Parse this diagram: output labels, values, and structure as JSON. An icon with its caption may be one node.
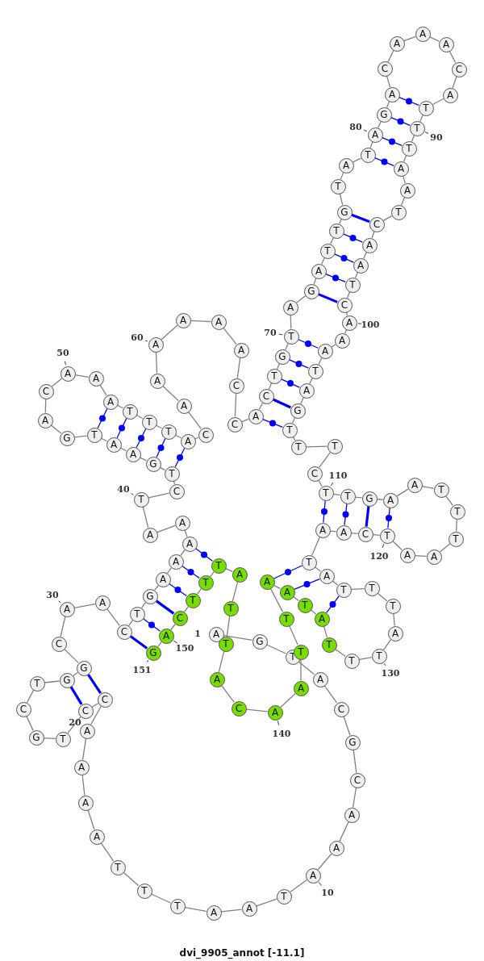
{
  "diagram": {
    "caption": "dvi_9905_annot [-11.1]",
    "nodes": [
      {
        "text": [
          "A"
        ],
        "beside": [
          "1"
        ]
      },
      {
        "text": [
          "G"
        ]
      },
      {
        "text": [
          "T"
        ]
      },
      {
        "text": [
          "A"
        ]
      },
      {
        "text": [
          "C"
        ]
      },
      {
        "text": [
          "G"
        ]
      },
      {
        "text": [
          "C"
        ]
      },
      {
        "text": [
          "A"
        ]
      },
      {
        "text": [
          "A"
        ]
      },
      {
        "text": [
          "A"
        ],
        "beside": [
          "10"
        ]
      },
      {
        "text": [
          "T"
        ]
      },
      {
        "text": [
          "A"
        ]
      },
      {
        "text": [
          "A"
        ]
      },
      {
        "text": [
          "T"
        ]
      },
      {
        "text": [
          "T"
        ]
      },
      {
        "text": [
          "T"
        ]
      },
      {
        "text": [
          "A"
        ]
      },
      {
        "text": [
          "A"
        ]
      },
      {
        "text": [
          "A"
        ]
      },
      {
        "text": [
          "A"
        ],
        "beside": [
          "20"
        ]
      },
      {
        "text": [
          "C"
        ]
      },
      {
        "text": [
          "C"
        ]
      },
      {
        "text": [
          "T"
        ]
      },
      {
        "text": [
          "G"
        ]
      },
      {
        "text": [
          "C"
        ]
      },
      {
        "text": [
          "T"
        ]
      },
      {
        "text": [
          "G"
        ]
      },
      {
        "text": [
          "G"
        ]
      },
      {
        "text": [
          "C"
        ]
      },
      {
        "text": [
          "A"
        ],
        "beside": [
          "30"
        ]
      },
      {
        "text": [
          "A"
        ]
      },
      {
        "text": [
          "C"
        ]
      },
      {
        "text": [
          "T"
        ]
      },
      {
        "text": [
          "G"
        ]
      },
      {
        "text": [
          "A"
        ]
      },
      {
        "text": [
          "A"
        ]
      },
      {
        "text": [
          "A"
        ]
      },
      {
        "text": [
          "A"
        ]
      },
      {
        "text": [
          "A"
        ]
      },
      {
        "text": [
          "T"
        ],
        "beside": [
          "40"
        ]
      },
      {
        "text": [
          "C"
        ]
      },
      {
        "text": [
          "T"
        ]
      },
      {
        "text": [
          "G"
        ]
      },
      {
        "text": [
          "A"
        ]
      },
      {
        "text": [
          "A"
        ]
      },
      {
        "text": [
          "T"
        ]
      },
      {
        "text": [
          "G"
        ]
      },
      {
        "text": [
          "A"
        ]
      },
      {
        "text": [
          "C"
        ]
      },
      {
        "text": [
          "A"
        ],
        "beside": [
          "50"
        ]
      },
      {
        "text": [
          "A"
        ]
      },
      {
        "text": [
          "A"
        ]
      },
      {
        "text": [
          "T"
        ]
      },
      {
        "text": [
          "T"
        ]
      },
      {
        "text": [
          "T"
        ]
      },
      {
        "text": [
          "A"
        ]
      },
      {
        "text": [
          "C"
        ]
      },
      {
        "text": [
          "A"
        ]
      },
      {
        "text": [
          "A"
        ]
      },
      {
        "text": [
          "A"
        ],
        "beside": [
          "60"
        ]
      },
      {
        "text": [
          "A"
        ]
      },
      {
        "text": [
          "A"
        ]
      },
      {
        "text": [
          "A"
        ]
      },
      {
        "text": [
          "C"
        ]
      },
      {
        "text": [
          "C"
        ]
      },
      {
        "text": [
          "A"
        ]
      },
      {
        "text": [
          "C"
        ]
      },
      {
        "text": [
          "T"
        ]
      },
      {
        "text": [
          "G"
        ]
      },
      {
        "text": [
          "T"
        ],
        "beside": [
          "70"
        ]
      },
      {
        "text": [
          "A"
        ]
      },
      {
        "text": [
          "G"
        ]
      },
      {
        "text": [
          "A"
        ]
      },
      {
        "text": [
          "T"
        ]
      },
      {
        "text": [
          "T"
        ]
      },
      {
        "text": [
          "G"
        ]
      },
      {
        "text": [
          "T"
        ]
      },
      {
        "text": [
          "A"
        ]
      },
      {
        "text": [
          "T"
        ]
      },
      {
        "text": [
          "A"
        ],
        "beside": [
          "80"
        ]
      },
      {
        "text": [
          "G"
        ]
      },
      {
        "text": [
          "A"
        ]
      },
      {
        "text": [
          "C"
        ]
      },
      {
        "text": [
          "A"
        ]
      },
      {
        "text": [
          "A"
        ]
      },
      {
        "text": [
          "A"
        ]
      },
      {
        "text": [
          "C"
        ]
      },
      {
        "text": [
          "A"
        ]
      },
      {
        "text": [
          "T"
        ]
      },
      {
        "text": [
          "T"
        ],
        "beside": [
          "90"
        ]
      },
      {
        "text": [
          "T"
        ]
      },
      {
        "text": [
          "A"
        ]
      },
      {
        "text": [
          "A"
        ]
      },
      {
        "text": [
          "T"
        ]
      },
      {
        "text": [
          "C"
        ]
      },
      {
        "text": [
          "A"
        ]
      },
      {
        "text": [
          "A"
        ]
      },
      {
        "text": [
          "T"
        ]
      },
      {
        "text": [
          "C"
        ]
      },
      {
        "text": [
          "A"
        ],
        "beside": [
          "100"
        ]
      },
      {
        "text": [
          "A"
        ]
      },
      {
        "text": [
          "A"
        ]
      },
      {
        "text": [
          "T"
        ]
      },
      {
        "text": [
          "A"
        ]
      },
      {
        "text": [
          "G"
        ]
      },
      {
        "text": [
          "T"
        ]
      },
      {
        "text": [
          "T"
        ]
      },
      {
        "text": [
          "T"
        ]
      },
      {
        "text": [
          "C"
        ]
      },
      {
        "text": [
          "T"
        ],
        "beside": [
          "110"
        ]
      },
      {
        "text": [
          "T"
        ]
      },
      {
        "text": [
          "G"
        ]
      },
      {
        "text": [
          "A"
        ]
      },
      {
        "text": [
          "A"
        ]
      },
      {
        "text": [
          "T"
        ]
      },
      {
        "text": [
          "T"
        ]
      },
      {
        "text": [
          "T"
        ]
      },
      {
        "text": [
          "A"
        ]
      },
      {
        "text": [
          "A"
        ]
      },
      {
        "text": [
          "T"
        ],
        "beside": [
          "120"
        ]
      },
      {
        "text": [
          "C"
        ]
      },
      {
        "text": [
          "A"
        ]
      },
      {
        "text": [
          "A"
        ]
      },
      {
        "text": [
          "T"
        ]
      },
      {
        "text": [
          "A"
        ]
      },
      {
        "text": [
          "T"
        ]
      },
      {
        "text": [
          "T"
        ]
      },
      {
        "text": [
          "T"
        ]
      },
      {
        "text": [
          "A"
        ]
      },
      {
        "text": [
          "T"
        ],
        "beside": [
          "130"
        ]
      },
      {
        "text": [
          "T"
        ]
      },
      {
        "text": [
          "T"
        ]
      },
      {
        "text": [
          "A"
        ]
      },
      {
        "text": [
          "T"
        ]
      },
      {
        "text": [
          "A"
        ]
      },
      {
        "text": [
          "A"
        ]
      },
      {
        "text": [
          "T"
        ]
      },
      {
        "text": [
          "T"
        ]
      },
      {
        "text": [
          "A"
        ]
      },
      {
        "text": [
          "A"
        ],
        "beside": [
          "140"
        ]
      },
      {
        "text": [
          "C"
        ]
      },
      {
        "text": [
          "A"
        ]
      },
      {
        "text": [
          "T"
        ]
      },
      {
        "text": [
          "T"
        ]
      },
      {
        "text": [
          "A"
        ]
      },
      {
        "text": [
          "T"
        ]
      },
      {
        "text": [
          "T"
        ]
      },
      {
        "text": [
          "T"
        ]
      },
      {
        "text": [
          "C"
        ]
      },
      {
        "text": [
          "A"
        ],
        "beside": [
          "150"
        ]
      },
      {
        "text": [
          "G"
        ],
        "beside": [
          "151"
        ]
      }
    ],
    "edges": [
      {
        "from": 0,
        "to": 1,
        "arrow": "none"
      },
      {
        "from": 1,
        "to": 2,
        "arrow": "none"
      },
      {
        "from": 2,
        "to": 3,
        "arrow": "none"
      },
      {
        "from": 3,
        "to": 4,
        "arrow": "none"
      },
      {
        "from": 4,
        "to": 5,
        "arrow": "none"
      },
      {
        "from": 5,
        "to": 6,
        "arrow": "none"
      },
      {
        "from": 6,
        "to": 7,
        "arrow": "none"
      },
      {
        "from": 7,
        "to": 8,
        "arrow": "none"
      },
      {
        "from": 8,
        "to": 9,
        "arrow": "none"
      },
      {
        "from": 9,
        "to": 10,
        "arrow": "none"
      },
      {
        "from": 10,
        "to": 11,
        "arrow": "none"
      },
      {
        "from": 11,
        "to": 12,
        "arrow": "none"
      },
      {
        "from": 12,
        "to": 13,
        "arrow": "none"
      },
      {
        "from": 13,
        "to": 14,
        "arrow": "none"
      },
      {
        "from": 14,
        "to": 15,
        "arrow": "none"
      },
      {
        "from": 15,
        "to": 16,
        "arrow": "none"
      },
      {
        "from": 16,
        "to": 17,
        "arrow": "none"
      },
      {
        "from": 17,
        "to": 18,
        "arrow": "none"
      },
      {
        "from": 18,
        "to": 19,
        "arrow": "none"
      },
      {
        "from": 19,
        "to": 20,
        "arrow": "none"
      },
      {
        "from": 20,
        "to": 21,
        "arrow": "none"
      },
      {
        "from": 21,
        "to": 22,
        "arrow": "none"
      },
      {
        "from": 22,
        "to": 23,
        "arrow": "none"
      },
      {
        "from": 23,
        "to": 24,
        "arrow": "none"
      },
      {
        "from": 24,
        "to": 25,
        "arrow": "none"
      },
      {
        "from": 25,
        "to": 26,
        "arrow": "none"
      },
      {
        "from": 26,
        "to": 27,
        "arrow": "none"
      },
      {
        "from": 27,
        "to": 28,
        "arrow": "none"
      },
      {
        "from": 28,
        "to": 29,
        "arrow": "none"
      },
      {
        "from": 29,
        "to": 30,
        "arrow": "none"
      },
      {
        "from": 30,
        "to": 31,
        "arrow": "none"
      },
      {
        "from": 31,
        "to": 32,
        "arrow": "none"
      },
      {
        "from": 32,
        "to": 33,
        "arrow": "none"
      },
      {
        "from": 33,
        "to": 34,
        "arrow": "none"
      },
      {
        "from": 34,
        "to": 35,
        "arrow": "none"
      },
      {
        "from": 35,
        "to": 36,
        "arrow": "none"
      },
      {
        "from": 36,
        "to": 37,
        "arrow": "none"
      },
      {
        "from": 37,
        "to": 38,
        "arrow": "none"
      },
      {
        "from": 38,
        "to": 39,
        "arrow": "none"
      },
      {
        "from": 39,
        "to": 40,
        "arrow": "none"
      },
      {
        "from": 40,
        "to": 41,
        "arrow": "none"
      },
      {
        "from": 41,
        "to": 42,
        "arrow": "none"
      },
      {
        "from": 42,
        "to": 43,
        "arrow": "none"
      },
      {
        "from": 43,
        "to": 44,
        "arrow": "none"
      },
      {
        "from": 44,
        "to": 45,
        "arrow": "none"
      },
      {
        "from": 45,
        "to": 46,
        "arrow": "none"
      },
      {
        "from": 46,
        "to": 47,
        "arrow": "none"
      },
      {
        "from": 47,
        "to": 48,
        "arrow": "none"
      },
      {
        "from": 48,
        "to": 49,
        "arrow": "none"
      },
      {
        "from": 49,
        "to": 50,
        "arrow": "none"
      },
      {
        "from": 50,
        "to": 51,
        "arrow": "none"
      },
      {
        "from": 51,
        "to": 52,
        "arrow": "none"
      },
      {
        "from": 52,
        "to": 53,
        "arrow": "none"
      },
      {
        "from": 53,
        "to": 54,
        "arrow": "none"
      },
      {
        "from": 54,
        "to": 55,
        "arrow": "none"
      },
      {
        "from": 55,
        "to": 56,
        "arrow": "none"
      },
      {
        "from": 56,
        "to": 57,
        "arrow": "none"
      },
      {
        "from": 57,
        "to": 58,
        "arrow": "none"
      },
      {
        "from": 58,
        "to": 59,
        "arrow": "none"
      },
      {
        "from": 59,
        "to": 60,
        "arrow": "none"
      },
      {
        "from": 60,
        "to": 61,
        "arrow": "none"
      },
      {
        "from": 61,
        "to": 62,
        "arrow": "none"
      },
      {
        "from": 62,
        "to": 63,
        "arrow": "none"
      },
      {
        "from": 63,
        "to": 64,
        "arrow": "none"
      },
      {
        "from": 64,
        "to": 65,
        "arrow": "none"
      },
      {
        "from": 65,
        "to": 66,
        "arrow": "none"
      },
      {
        "from": 66,
        "to": 67,
        "arrow": "none"
      },
      {
        "from": 67,
        "to": 68,
        "arrow": "none"
      },
      {
        "from": 68,
        "to": 69,
        "arrow": "none"
      },
      {
        "from": 69,
        "to": 70,
        "arrow": "none"
      },
      {
        "from": 70,
        "to": 71,
        "arrow": "none"
      },
      {
        "from": 71,
        "to": 72,
        "arrow": "none"
      },
      {
        "from": 72,
        "to": 73,
        "arrow": "none"
      },
      {
        "from": 73,
        "to": 74,
        "arrow": "none"
      },
      {
        "from": 74,
        "to": 75,
        "arrow": "none"
      },
      {
        "from": 75,
        "to": 76,
        "arrow": "none"
      },
      {
        "from": 76,
        "to": 77,
        "arrow": "none"
      },
      {
        "from": 77,
        "to": 78,
        "arrow": "none"
      },
      {
        "from": 78,
        "to": 79,
        "arrow": "none"
      },
      {
        "from": 79,
        "to": 80,
        "arrow": "none"
      },
      {
        "from": 80,
        "to": 81,
        "arrow": "none"
      },
      {
        "from": 81,
        "to": 82,
        "arrow": "none"
      },
      {
        "from": 82,
        "to": 83,
        "arrow": "none"
      },
      {
        "from": 83,
        "to": 84,
        "arrow": "none"
      },
      {
        "from": 84,
        "to": 85,
        "arrow": "none"
      },
      {
        "from": 85,
        "to": 86,
        "arrow": "none"
      },
      {
        "from": 86,
        "to": 87,
        "arrow": "none"
      },
      {
        "from": 87,
        "to": 88,
        "arrow": "none"
      },
      {
        "from": 88,
        "to": 89,
        "arrow": "none"
      },
      {
        "from": 89,
        "to": 90,
        "arrow": "none"
      },
      {
        "from": 90,
        "to": 91,
        "arrow": "none"
      },
      {
        "from": 91,
        "to": 92,
        "arrow": "none"
      },
      {
        "from": 92,
        "to": 93,
        "arrow": "none"
      },
      {
        "from": 93,
        "to": 94,
        "arrow": "none"
      },
      {
        "from": 94,
        "to": 95,
        "arrow": "none"
      },
      {
        "from": 95,
        "to": 96,
        "arrow": "none"
      },
      {
        "from": 96,
        "to": 97,
        "arrow": "none"
      },
      {
        "from": 97,
        "to": 98,
        "arrow": "none"
      },
      {
        "from": 98,
        "to": 99,
        "arrow": "none"
      },
      {
        "from": 99,
        "to": 100,
        "arrow": "none"
      },
      {
        "from": 100,
        "to": 101,
        "arrow": "none"
      },
      {
        "from": 101,
        "to": 102,
        "arrow": "none"
      },
      {
        "from": 102,
        "to": 103,
        "arrow": "none"
      },
      {
        "from": 103,
        "to": 104,
        "arrow": "none"
      },
      {
        "from": 104,
        "to": 105,
        "arrow": "none"
      },
      {
        "from": 105,
        "to": 106,
        "arrow": "none"
      },
      {
        "from": 106,
        "to": 107,
        "arrow": "none"
      },
      {
        "from": 107,
        "to": 108,
        "arrow": "none"
      },
      {
        "from": 108,
        "to": 109,
        "arrow": "none"
      },
      {
        "from": 109,
        "to": 110,
        "arrow": "none"
      },
      {
        "from": 110,
        "to": 111,
        "arrow": "none"
      },
      {
        "from": 111,
        "to": 112,
        "arrow": "none"
      },
      {
        "from": 112,
        "to": 113,
        "arrow": "none"
      },
      {
        "from": 113,
        "to": 114,
        "arrow": "none"
      },
      {
        "from": 114,
        "to": 115,
        "arrow": "none"
      },
      {
        "from": 115,
        "to": 116,
        "arrow": "none"
      },
      {
        "from": 116,
        "to": 117,
        "arrow": "none"
      },
      {
        "from": 117,
        "to": 118,
        "arrow": "none"
      },
      {
        "from": 118,
        "to": 119,
        "arrow": "none"
      },
      {
        "from": 119,
        "to": 120,
        "arrow": "none"
      },
      {
        "from": 120,
        "to": 121,
        "arrow": "none"
      },
      {
        "from": 121,
        "to": 122,
        "arrow": "none"
      },
      {
        "from": 122,
        "to": 123,
        "arrow": "none"
      },
      {
        "from": 123,
        "to": 124,
        "arrow": "none"
      },
      {
        "from": 124,
        "to": 125,
        "arrow": "none"
      },
      {
        "from": 125,
        "to": 126,
        "arrow": "none"
      },
      {
        "from": 126,
        "to": 127,
        "arrow": "none"
      },
      {
        "from": 127,
        "to": 128,
        "arrow": "none"
      },
      {
        "from": 128,
        "to": 129,
        "arrow": "none"
      },
      {
        "from": 129,
        "to": 130,
        "arrow": "none"
      },
      {
        "from": 130,
        "to": 131,
        "arrow": "none"
      },
      {
        "from": 131,
        "to": 132,
        "arrow": "none"
      },
      {
        "from": 132,
        "to": 133,
        "arrow": "none"
      },
      {
        "from": 133,
        "to": 134,
        "arrow": "none"
      },
      {
        "from": 134,
        "to": 135,
        "arrow": "none"
      },
      {
        "from": 135,
        "to": 136,
        "arrow": "none"
      },
      {
        "from": 136,
        "to": 137,
        "arrow": "none"
      },
      {
        "from": 137,
        "to": 138,
        "arrow": "none"
      },
      {
        "from": 138,
        "to": 139,
        "arrow": "none"
      },
      {
        "from": 139,
        "to": 140,
        "arrow": "none"
      },
      {
        "from": 140,
        "to": 141,
        "arrow": "none"
      },
      {
        "from": 141,
        "to": 142,
        "arrow": "none"
      },
      {
        "from": 142,
        "to": 143,
        "arrow": "none"
      },
      {
        "from": 143,
        "to": 144,
        "arrow": "none"
      },
      {
        "from": 144,
        "to": 145,
        "arrow": "none"
      },
      {
        "from": 145,
        "to": 146,
        "arrow": "none"
      },
      {
        "from": 146,
        "to": 147,
        "arrow": "none"
      },
      {
        "from": 147,
        "to": 148,
        "arrow": "none"
      },
      {
        "from": 148,
        "to": 149,
        "arrow": "none"
      },
      {
        "from": 149,
        "to": 150,
        "arrow": "none"
      },
      {
        "from": 20,
        "to": 27,
        "arrow": "none",
        "style": "thick",
        "color": "#0000ff"
      },
      {
        "from": 21,
        "to": 26,
        "arrow": "none",
        "style": "thick",
        "color": "#0000ff"
      },
      {
        "from": 31,
        "to": 150,
        "arrow": "none",
        "style": "thick",
        "color": "#0000ff"
      },
      {
        "from": 32,
        "to": 149,
        "arrow": "none",
        "color": "#0000ff"
      },
      {
        "from": 33,
        "to": 148,
        "arrow": "none",
        "style": "thick",
        "color": "#0000ff"
      },
      {
        "from": 34,
        "to": 147,
        "arrow": "none",
        "color": "#0000ff"
      },
      {
        "from": 35,
        "to": 146,
        "arrow": "none",
        "color": "#0000ff"
      },
      {
        "from": 36,
        "to": 145,
        "arrow": "none",
        "color": "#0000ff"
      },
      {
        "from": 41,
        "to": 55,
        "arrow": "none",
        "color": "#0000ff"
      },
      {
        "from": 42,
        "to": 54,
        "arrow": "none",
        "color": "#0000ff"
      },
      {
        "from": 43,
        "to": 53,
        "arrow": "none",
        "color": "#0000ff"
      },
      {
        "from": 44,
        "to": 52,
        "arrow": "none",
        "color": "#0000ff"
      },
      {
        "from": 45,
        "to": 51,
        "arrow": "none",
        "color": "#0000ff"
      },
      {
        "from": 65,
        "to": 105,
        "arrow": "none",
        "color": "#0000ff"
      },
      {
        "from": 66,
        "to": 104,
        "arrow": "none",
        "style": "thick",
        "color": "#0000ff"
      },
      {
        "from": 67,
        "to": 103,
        "arrow": "none",
        "color": "#0000ff"
      },
      {
        "from": 68,
        "to": 102,
        "arrow": "none",
        "color": "#0000ff"
      },
      {
        "from": 69,
        "to": 101,
        "arrow": "none",
        "color": "#0000ff"
      },
      {
        "from": 71,
        "to": 98,
        "arrow": "none",
        "style": "thick",
        "color": "#0000ff"
      },
      {
        "from": 72,
        "to": 97,
        "arrow": "none",
        "color": "#0000ff"
      },
      {
        "from": 73,
        "to": 96,
        "arrow": "none",
        "color": "#0000ff"
      },
      {
        "from": 74,
        "to": 95,
        "arrow": "none",
        "color": "#0000ff"
      },
      {
        "from": 75,
        "to": 94,
        "arrow": "none",
        "style": "thick",
        "color": "#0000ff"
      },
      {
        "from": 78,
        "to": 91,
        "arrow": "none",
        "color": "#0000ff"
      },
      {
        "from": 79,
        "to": 90,
        "arrow": "none",
        "color": "#0000ff"
      },
      {
        "from": 80,
        "to": 89,
        "arrow": "none",
        "color": "#0000ff"
      },
      {
        "from": 81,
        "to": 88,
        "arrow": "none",
        "color": "#0000ff"
      },
      {
        "from": 109,
        "to": 122,
        "arrow": "none",
        "color": "#0000ff"
      },
      {
        "from": 110,
        "to": 121,
        "arrow": "none",
        "color": "#0000ff"
      },
      {
        "from": 111,
        "to": 120,
        "arrow": "none",
        "style": "thick",
        "color": "#0000ff"
      },
      {
        "from": 112,
        "to": 119,
        "arrow": "none",
        "color": "#0000ff"
      },
      {
        "from": 123,
        "to": 135,
        "arrow": "none",
        "color": "#0000ff"
      },
      {
        "from": 124,
        "to": 134,
        "arrow": "none",
        "color": "#0000ff"
      },
      {
        "from": 125,
        "to": 132,
        "arrow": "none",
        "color": "#0000ff"
      }
    ]
  }
}
